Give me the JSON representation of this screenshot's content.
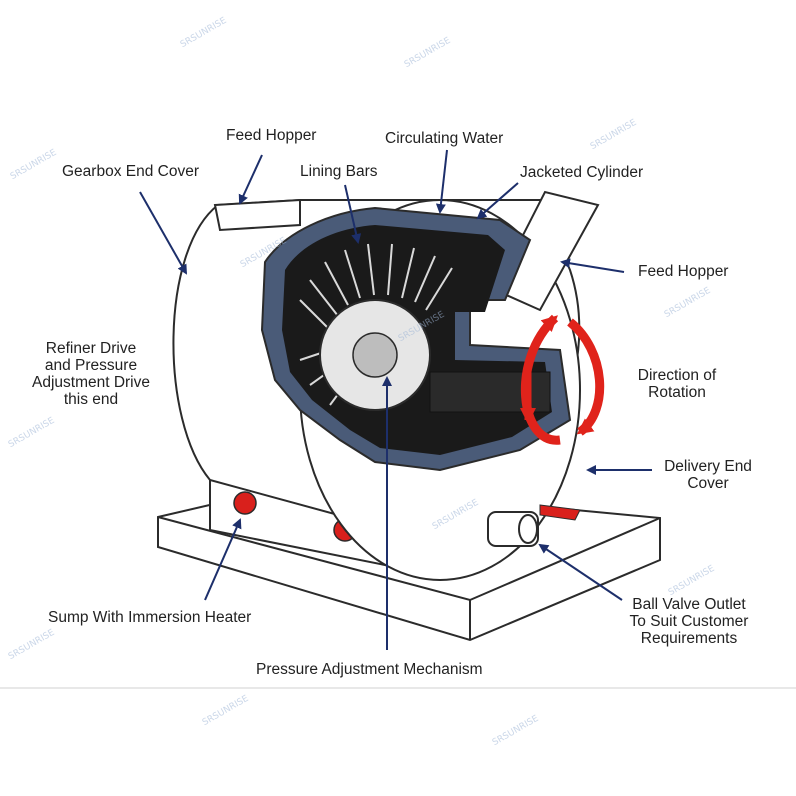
{
  "labels": {
    "feed_hopper_top": "Feed Hopper",
    "circulating_water": "Circulating Water",
    "gearbox_end_cover": "Gearbox End Cover",
    "lining_bars": "Lining Bars",
    "jacketed_cylinder": "Jacketed Cylinder",
    "feed_hopper_right": "Feed Hopper",
    "refiner_drive": [
      "Refiner Drive",
      "and Pressure",
      "Adjustment Drive",
      "this end"
    ],
    "direction_of_rotation": [
      "Direction of",
      "Rotation"
    ],
    "delivery_end_cover": [
      "Delivery End",
      "Cover"
    ],
    "sump_heater": "Sump With Immersion Heater",
    "ball_valve_outlet": [
      "Ball Valve Outlet",
      "To Suit Customer",
      "Requirements"
    ],
    "pressure_adjustment": "Pressure Adjustment Mechanism"
  },
  "watermark": "SRSUNRISE",
  "colors": {
    "arrow": "#1d2f6b",
    "rotation_arrow": "#e0231b",
    "outline": "#2b2b2b",
    "jacket": "#4a5b78",
    "interior": "#1a1a1a",
    "heater_red": "#d9201c"
  }
}
